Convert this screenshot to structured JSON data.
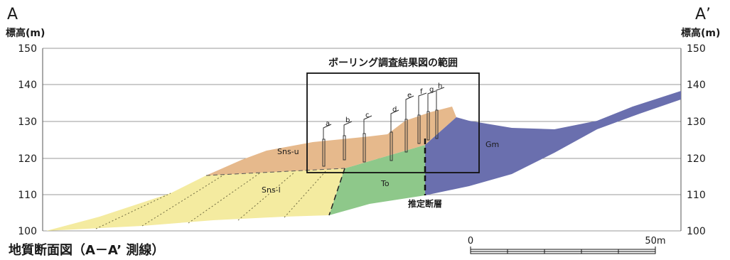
{
  "endpoints": {
    "left": "A",
    "right": "A’"
  },
  "axis": {
    "left_label": "標高(m)",
    "right_label": "標高(m)",
    "ticks": [
      "150",
      "140",
      "130",
      "120",
      "110",
      "100"
    ]
  },
  "boring_range_label": "ボーリング調査結果図の範囲",
  "boreholes": [
    "a",
    "b",
    "c",
    "d",
    "e",
    "f",
    "g",
    "h"
  ],
  "units": {
    "sns_u": "Sns-u",
    "sns_l": "Sns-l",
    "to": "To",
    "gm": "Gm"
  },
  "fault_label": "推定断層",
  "caption": "地質断面図（A－A’ 測線）",
  "scale": {
    "start": "0",
    "end": "50m"
  },
  "colors": {
    "sns_u": "#e6b98c",
    "sns_l": "#f4eba0",
    "to": "#8ec88a",
    "gm": "#6a6fae",
    "grid": "#9a9a9a"
  }
}
